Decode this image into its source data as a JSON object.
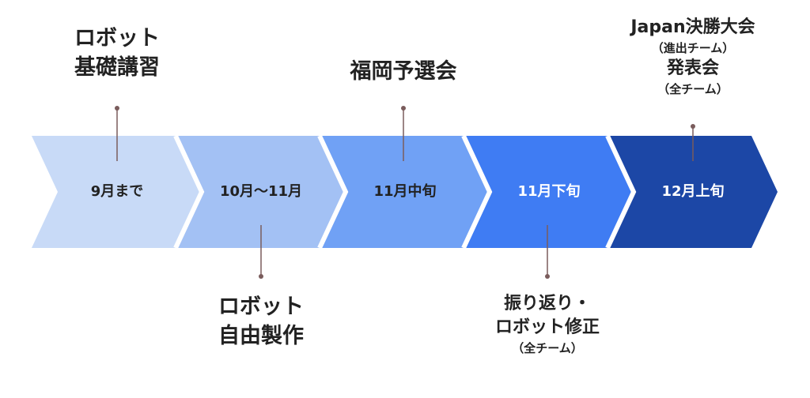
{
  "steps": [
    {
      "period": "9月まで",
      "fill": "#c8daf7",
      "text_color": "#222222"
    },
    {
      "period": "10月〜11月",
      "fill": "#a3c1f4",
      "text_color": "#222222"
    },
    {
      "period": "11月中旬",
      "fill": "#70a1f5",
      "text_color": "#222222"
    },
    {
      "period": "11月下旬",
      "fill": "#3f7cf3",
      "text_color": "#ffffff"
    },
    {
      "period": "12月上旬",
      "fill": "#1c47a6",
      "text_color": "#ffffff"
    }
  ],
  "events": {
    "robot_lecture": {
      "line1": "ロボット",
      "line2": "基礎講習"
    },
    "robot_build": {
      "line1": "ロボット",
      "line2": "自由製作"
    },
    "fukuoka_qualifier": {
      "line1": "福岡予選会"
    },
    "review_fix": {
      "line1": "振り返り・",
      "line2": "ロボット修正",
      "note": "（全チーム）"
    },
    "japan_final": {
      "line1": "Japan決勝大会",
      "note1": "（進出チーム）",
      "line2": "発表会",
      "note2": "（全チーム）"
    }
  },
  "colors": {
    "connector": "#7a5c5c"
  }
}
